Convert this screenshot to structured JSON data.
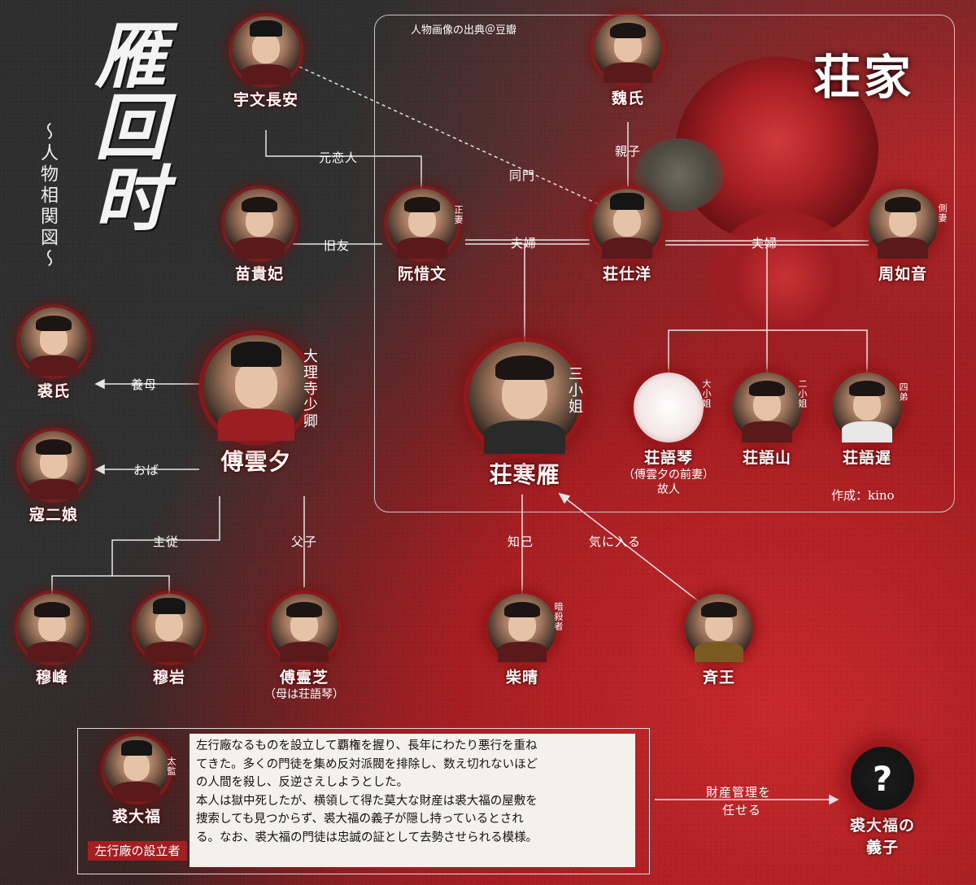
{
  "title": {
    "main": "雁回时",
    "subtitle": "〜人物相関図〜",
    "credit": "人物画像の出典＠豆瓣",
    "family": "荘家",
    "author": "作成：kino"
  },
  "characters": {
    "uwen": {
      "name": "宇文長安",
      "icon": "official-portrait"
    },
    "weishi": {
      "name": "魏氏",
      "icon": "elder-woman-portrait"
    },
    "ruan": {
      "name": "阮惜文",
      "note": "正妻",
      "icon": "woman-portrait"
    },
    "miao": {
      "name": "苗貴妃",
      "icon": "consort-portrait"
    },
    "zhuangshi": {
      "name": "荘仕洋",
      "icon": "official-portrait"
    },
    "zhou": {
      "name": "周如音",
      "note": "側妻",
      "icon": "woman-portrait"
    },
    "pei": {
      "name": "裘氏",
      "icon": "elder-woman-portrait"
    },
    "fu": {
      "name": "傅雲夕",
      "note": "大理寺少卿",
      "icon": "official-portrait"
    },
    "kou": {
      "name": "寇二娘",
      "icon": "woman-portrait"
    },
    "han": {
      "name": "荘寒雁",
      "note": "三小姐",
      "icon": "lady-portrait"
    },
    "yuqin": {
      "name": "荘語琴",
      "note": "大小姐",
      "sub1": "（傅雲夕の前妻）",
      "sub2": "故人",
      "icon": "silhouette-portrait"
    },
    "yushan": {
      "name": "荘語山",
      "note": "二小姐",
      "icon": "lady-portrait"
    },
    "yuchi": {
      "name": "荘語遅",
      "note": "四弟",
      "icon": "young-man-portrait"
    },
    "mufeng": {
      "name": "穆峰",
      "icon": "guard-portrait"
    },
    "muyan": {
      "name": "穆岩",
      "icon": "guard-portrait"
    },
    "fuling": {
      "name": "傅霊芝",
      "sub1": "（母は荘語琴）",
      "icon": "child-portrait"
    },
    "chai": {
      "name": "柴晴",
      "note": "暗殺者",
      "icon": "assassin-portrait"
    },
    "qiwang": {
      "name": "斉王",
      "icon": "prince-portrait"
    },
    "peidafu": {
      "name": "裘大福",
      "note": "太監",
      "badge": "左行廠の設立者",
      "icon": "eunuch-portrait"
    },
    "unknown": {
      "name": "裘大福の",
      "name2": "義子",
      "icon": "question-mark-icon",
      "glyph": "?"
    }
  },
  "relations": {
    "ex_lover": "元恋人",
    "classmate": "同門",
    "parent_child_weishi": "親子",
    "old_friend": "旧友",
    "married1": "夫婦",
    "married2": "夫婦",
    "foster_mother": "養母",
    "aunt": "おば",
    "master_servant": "主従",
    "father_child": "父子",
    "confidant": "知己",
    "favored": "気に入る",
    "manage_assets": "財産管理を",
    "manage_assets2": "任せる"
  },
  "description": [
    "左行廠なるものを設立して覇権を握り、長年にわたり悪行を重ね",
    "てきた。多くの門徒を集め反対派閥を排除し、数え切れないほど",
    "の人間を殺し、反逆さえしようとした。",
    "本人は獄中死したが、横領して得た莫大な財産は裘大福の屋敷を",
    "捜索しても見つからず、裘大福の義子が隠し持っているとされ",
    "る。なお、裘大福の門徒は忠誠の証として去勢させられる模様。"
  ],
  "colors": {
    "accent": "#a51e22",
    "line": "#e6e6e6",
    "background": "#303030"
  }
}
